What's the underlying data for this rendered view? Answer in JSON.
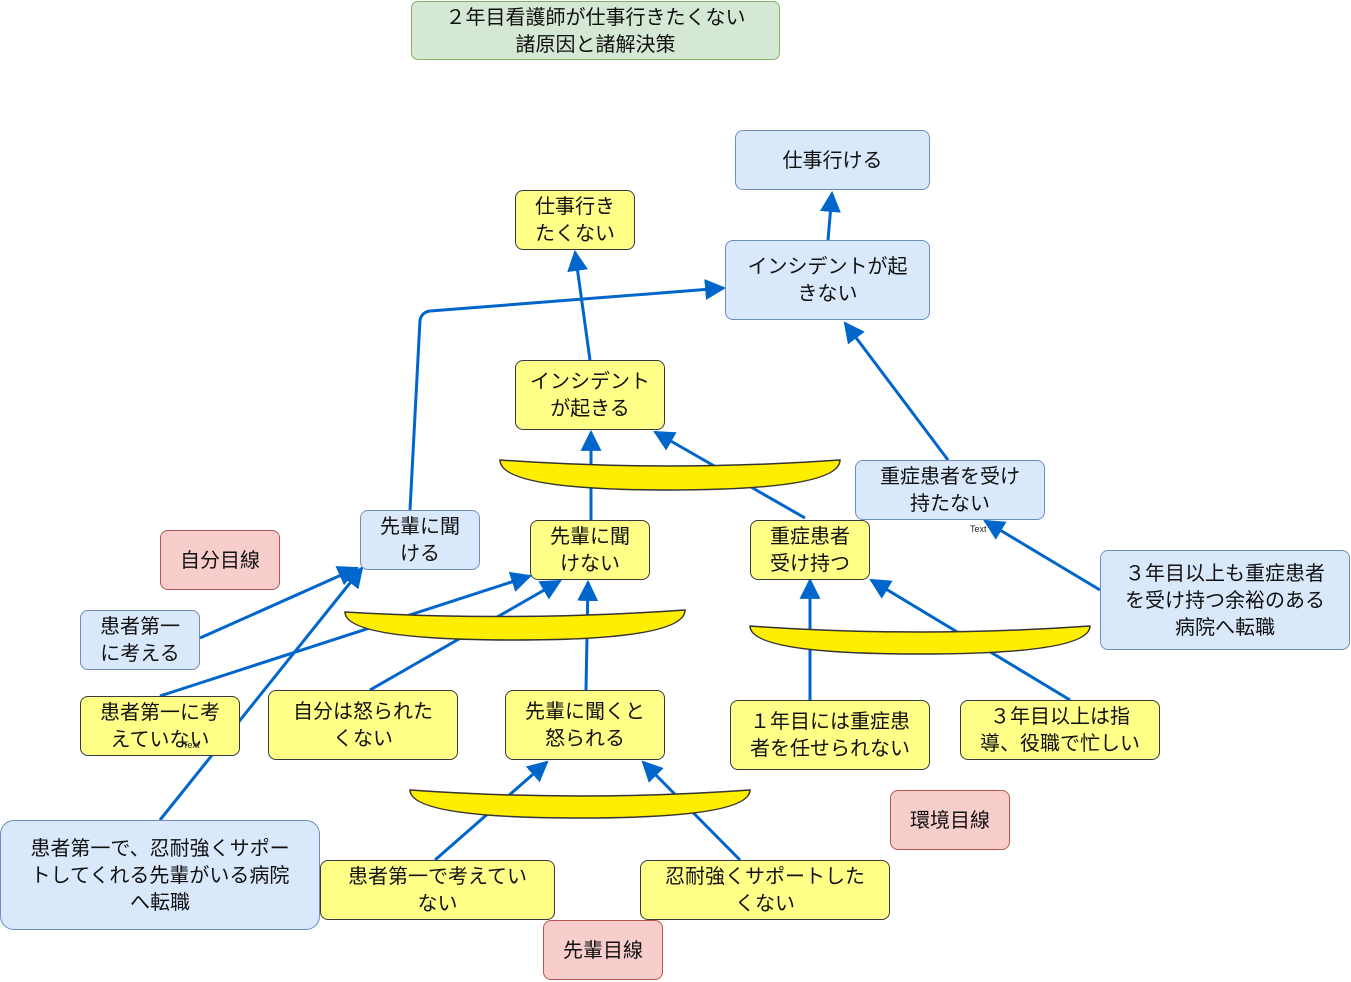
{
  "title": "２年目看護師が仕事行きたくない\n諸原因と諸解決策",
  "nodes": {
    "go_work": "仕事行ける",
    "no_want_work": "仕事行き\nたくない",
    "no_incident": "インシデントが起\nきない",
    "incident": "インシデント\nが起きる",
    "no_severe": "重症患者を受け\n持たない",
    "can_ask": "先輩に聞\nける",
    "cannot_ask": "先輩に聞\nけない",
    "severe": "重症患者\n受け持つ",
    "self_view": "自分目線",
    "patient_first_think": "患者第一\nに考える",
    "transfer_3rd_year": "３年目以上も重症患者\nを受け持つ余裕のある\n病院へ転職",
    "not_patient_first": "患者第一に考\nえていない",
    "no_scolded": "自分は怒られた\nくない",
    "ask_scolded": "先輩に聞くと\n怒られる",
    "first_year": "１年目には重症患\n者を任せられない",
    "third_year_busy": "３年目以上は指\n導、役職で忙しい",
    "env_view": "環境目線",
    "transfer_senior": "患者第一で、忍耐強くサポー\nトしてくれる先輩がいる病院\nへ転職",
    "senior_not_patient_first": "患者第一で考えてい\nない",
    "no_support": "忍耐強くサポートした\nくない",
    "senior_view": "先輩目線"
  },
  "tiny_labels": {
    "text1": "Text",
    "text2": "Text"
  },
  "colors": {
    "arrow": "#0066cc",
    "and_gate": "#ffee00",
    "yellow": "#ffff88",
    "blue": "#dae8fc",
    "red": "#f8cecc",
    "green": "#d5e8d4"
  }
}
